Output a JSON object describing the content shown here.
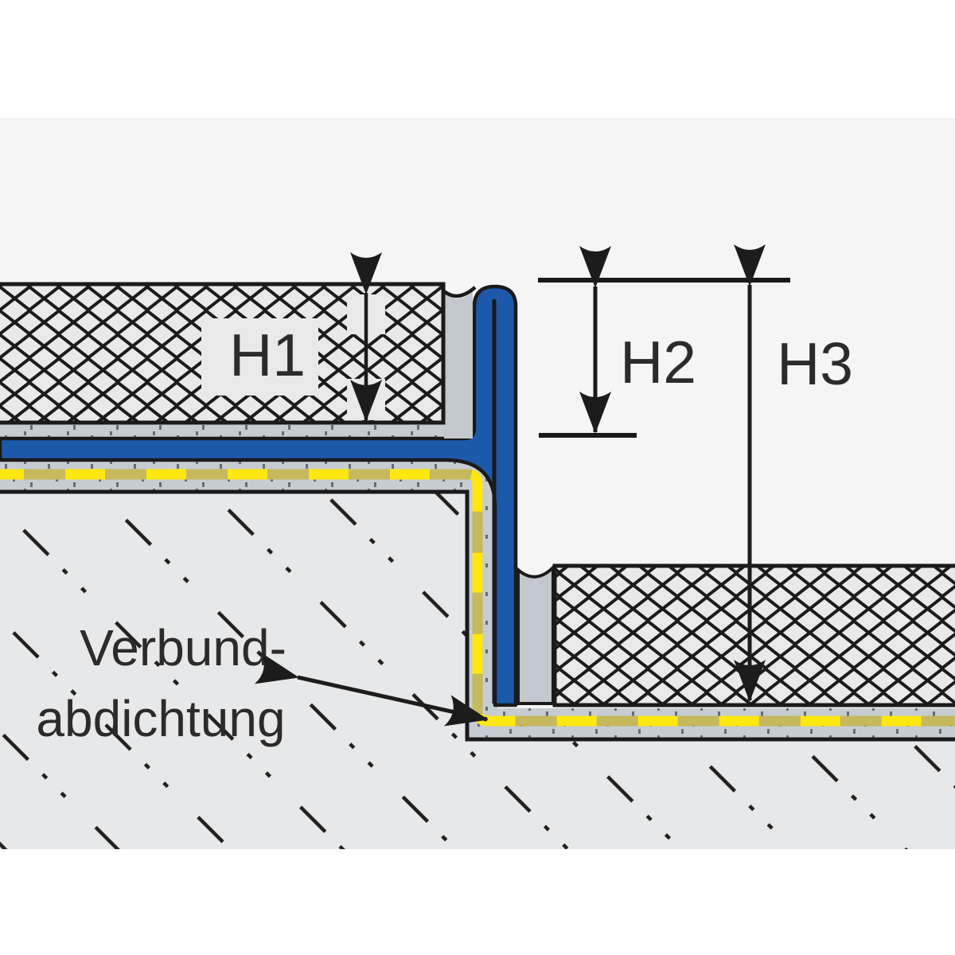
{
  "diagram": {
    "dimension_labels": {
      "h1": "H1",
      "h2": "H2",
      "h3": "H3"
    },
    "annotation": {
      "line1": "Verbund-",
      "line2": "abdichtung"
    },
    "colors": {
      "page_background": "#ffffff",
      "canvas_background": "#f5f5f6",
      "tile_fill": "#e9e9ea",
      "screed_fill": "#e7e8e9",
      "bonding_layer_gray": "#c6ccd1",
      "edge_strip_gray": "#c2c8cd",
      "profile_blue": "#1d59aa",
      "membrane_olive": "#c6b85c",
      "membrane_yellow": "#ffe70f",
      "outline_black": "#1a1a1a",
      "text_color": "#2b2b2b"
    }
  }
}
